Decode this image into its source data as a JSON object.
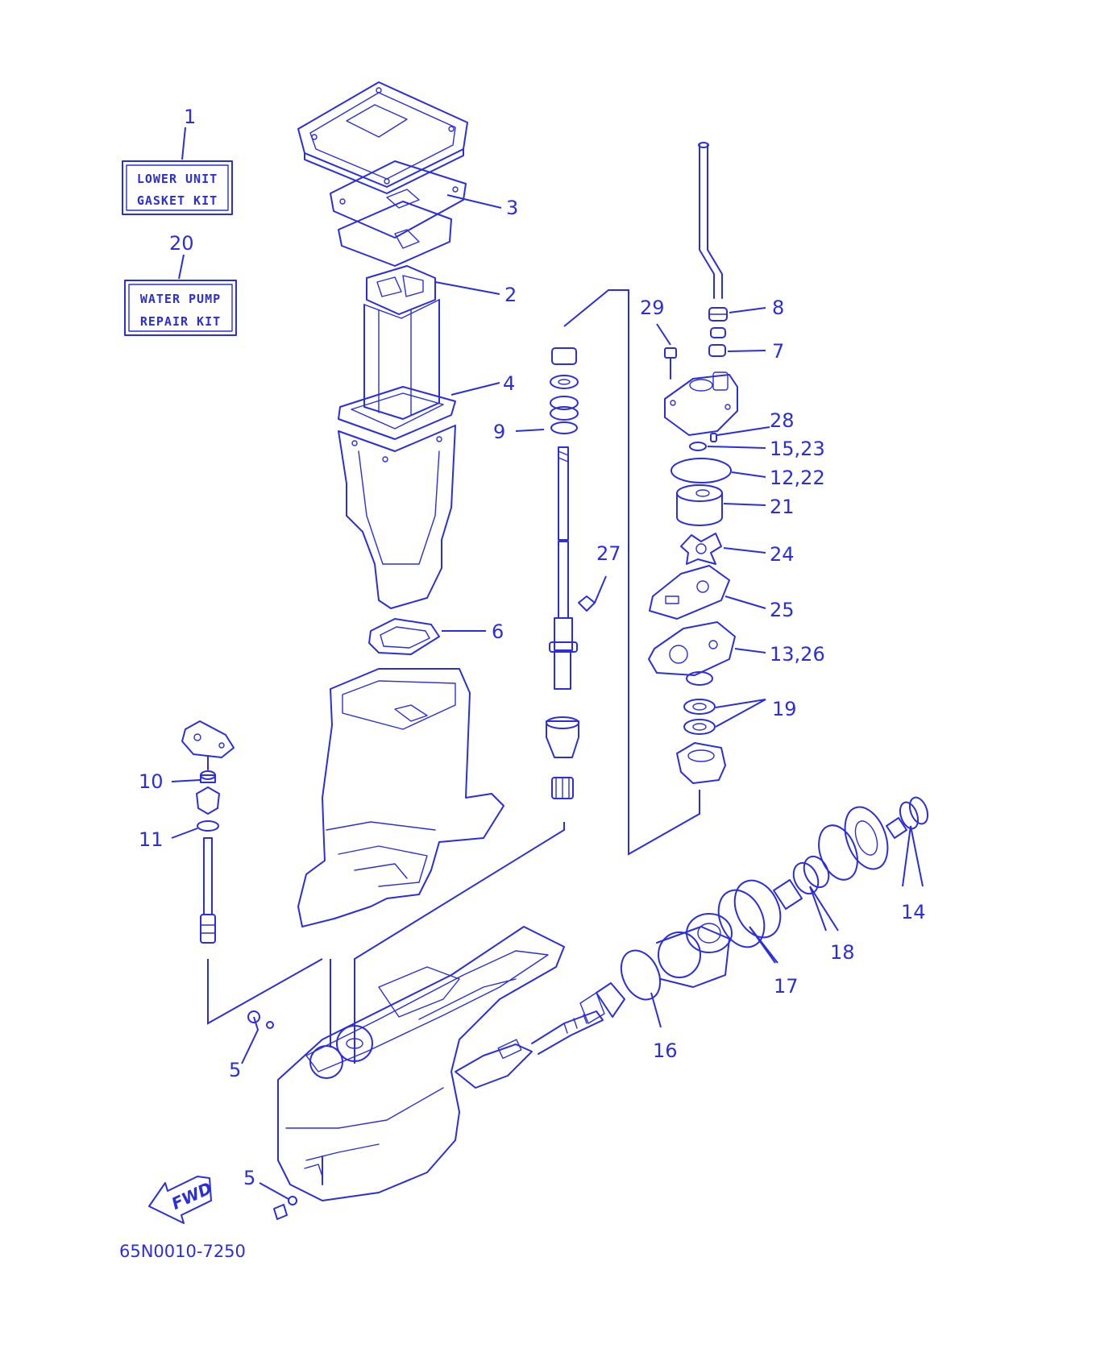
{
  "diagram_code": "65N0010-7250",
  "fwd_label": "FWD",
  "kits": [
    {
      "number": "1",
      "line1": "LOWER UNIT",
      "line2": "GASKET KIT"
    },
    {
      "number": "20",
      "line1": "WATER PUMP",
      "line2": "REPAIR KIT"
    }
  ],
  "callouts": [
    "3",
    "2",
    "4",
    "6",
    "9",
    "27",
    "29",
    "8",
    "7",
    "28",
    "15,23",
    "12,22",
    "21",
    "24",
    "25",
    "13,26",
    "19",
    "10",
    "11",
    "14",
    "18",
    "17",
    "16",
    "5",
    "5"
  ],
  "ink_color": "#2a2ee0"
}
